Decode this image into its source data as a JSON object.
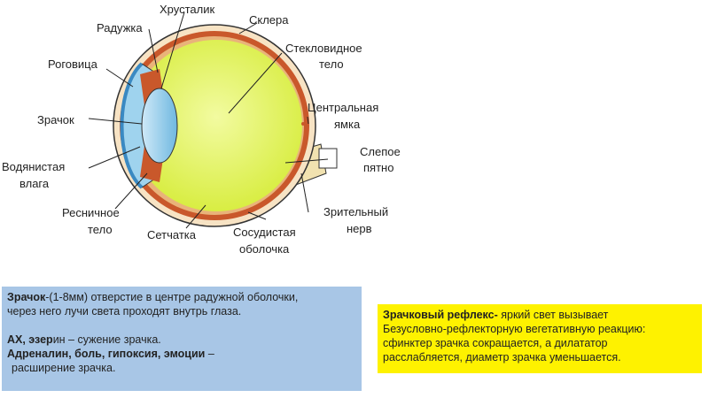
{
  "labels": {
    "raduzhka": "Радужка",
    "khrustalik": "Хрусталик",
    "sklera": "Склера",
    "rogovitsa": "Роговица",
    "steklovidnoe_1": "Стекловидное",
    "steklovidnoe_2": "тело",
    "zrachok": "Зрачок",
    "tsentr_yamka_1": "Центральная",
    "tsentr_yamka_2": "ямка",
    "vodyanistaya_1": "Водянистая",
    "vodyanistaya_2": "влага",
    "slepoe_1": "Слепое",
    "slepoe_2": "пятно",
    "resnichnoe_1": "Ресничное",
    "resnichnoe_2": "тело",
    "zritelny_1": "Зрительный",
    "zritelny_2": "нерв",
    "setchatka": "Сетчатка",
    "sosudistaya_1": "Сосудистая",
    "sosudistaya_2": "оболочка"
  },
  "blue_box": {
    "term": "Зрачок",
    "def_1": "-(1-8мм) отверстие в центре радужной оболочки,",
    "def_2": "через него лучи света проходят внутрь глаза.",
    "ax": "АХ, эзер",
    "ax_suffix": "ин – сужение зрачка.",
    "adrenalin": "Адреналин, боль, гипоксия, эмоции",
    "adrenalin_dash": " –",
    "expand": "расширение зрачка."
  },
  "yellow_box": {
    "term": "Зрачковый рефлекс-",
    "line_1": " яркий свет вызывает",
    "line_2": "Безусловно-рефлекторную вегетативную реакцию:",
    "line_3": "сфинктер зрачка сокращается, а дилататор",
    "line_4": "расслабляется, диаметр зрачка уменьшается."
  }
}
